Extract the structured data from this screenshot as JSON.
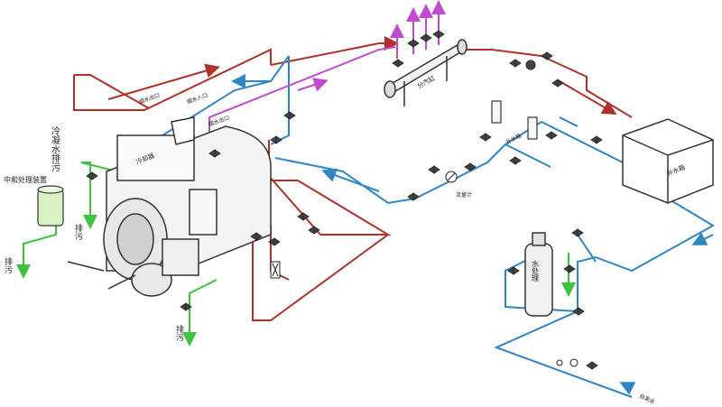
{
  "colors": {
    "hot_water": "#b0302a",
    "return_water": "#2f86c5",
    "steam": "#c04bd0",
    "drain": "#3fc23f",
    "equipment": "#333333"
  },
  "labels": {
    "condensate_drain": "冷凝水排污",
    "neutralizer": "中和处理装置",
    "drain_left": "排污",
    "drain_mid": "排污",
    "drain_bottom": "排污",
    "cooler": "冷却器",
    "flue_outlet": "烟水出口",
    "smoke_inlet": "烟水入口",
    "flue_return": "烟水出口",
    "header": "分汽缸",
    "softener_box": "补水箱",
    "water_tank": "补水箱",
    "flowmeter": "流量计",
    "water_treatment": "水处理",
    "tap_water": "自来水"
  },
  "icons": [
    "valve-icon",
    "check-valve-icon",
    "pump-icon",
    "flowmeter-icon",
    "steam-arrow-icon"
  ]
}
